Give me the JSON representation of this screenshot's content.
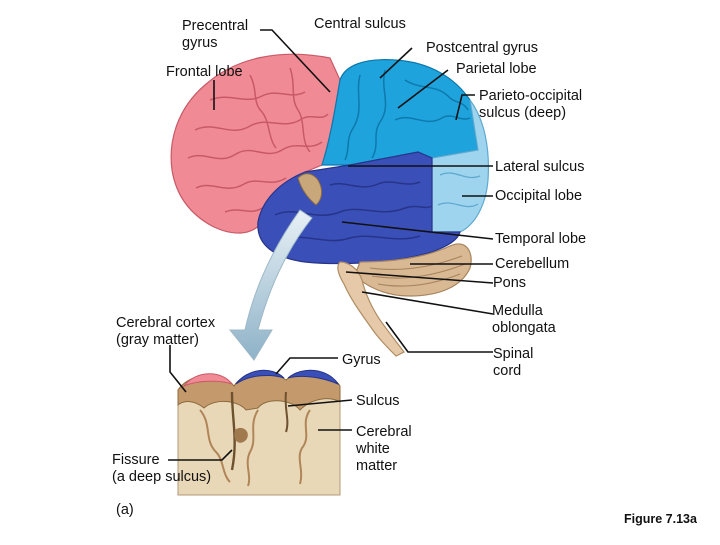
{
  "labels": {
    "precentral_gyrus": "Precentral\ngyrus",
    "central_sulcus": "Central sulcus",
    "postcentral_gyrus": "Postcentral gyrus",
    "frontal_lobe": "Frontal lobe",
    "parietal_lobe": "Parietal lobe",
    "parieto_occipital_sulcus": "Parieto-occipital\nsulcus (deep)",
    "lateral_sulcus": "Lateral sulcus",
    "occipital_lobe": "Occipital lobe",
    "temporal_lobe": "Temporal lobe",
    "cerebellum": "Cerebellum",
    "pons": "Pons",
    "medulla_oblongata": "Medulla\noblongata",
    "spinal_cord": "Spinal\ncord",
    "cerebral_cortex": "Cerebral cortex\n(gray matter)",
    "gyrus": "Gyrus",
    "sulcus": "Sulcus",
    "cerebral_white_matter": "Cerebral\nwhite\nmatter",
    "fissure": "Fissure\n(a deep sulcus)",
    "panel_letter": "(a)",
    "figure_number": "Figure 7.13a"
  },
  "colors": {
    "frontal_lobe": "#f08a94",
    "parietal_lobe": "#1fa3dc",
    "occipital_lobe": "#9fd4ee",
    "temporal_lobe": "#3b4fb8",
    "cerebellum": "#d9b894",
    "brainstem": "#e6c9a8",
    "white_matter": "#e9d8b8",
    "gray_matter": "#c49a6c"
  }
}
